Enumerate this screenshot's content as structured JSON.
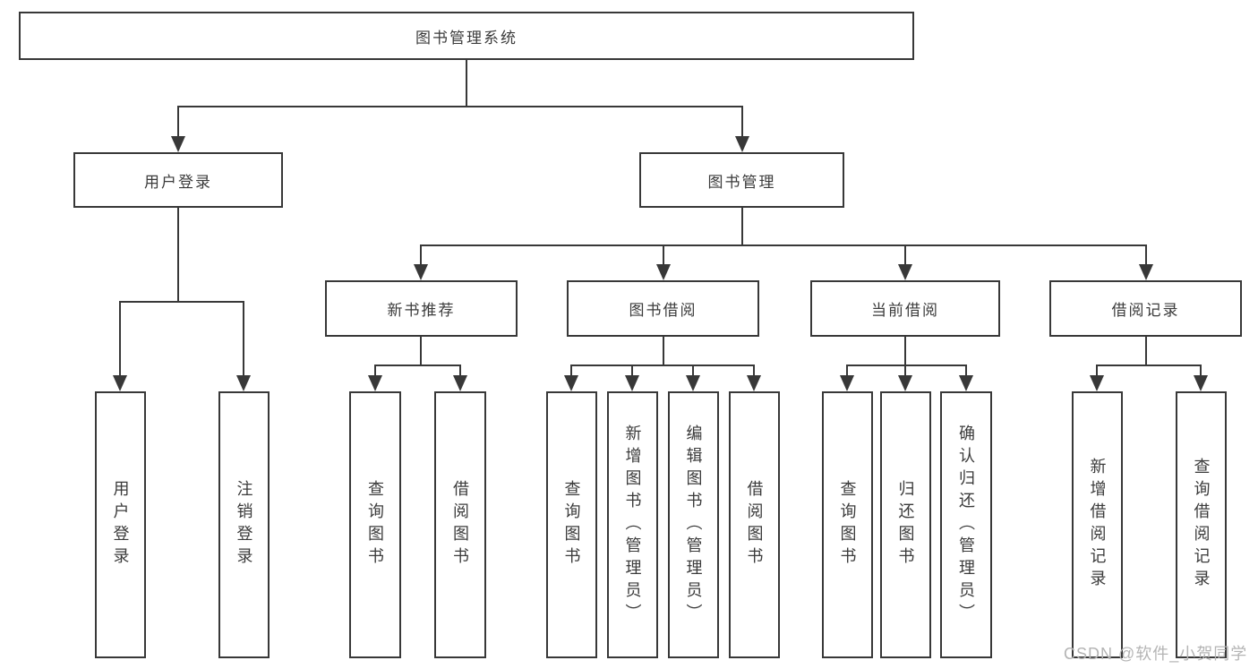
{
  "nodes": {
    "root": "图书管理系统",
    "user_login": "用户登录",
    "book_mgmt": "图书管理",
    "new_book_rec": "新书推荐",
    "book_borrow": "图书借阅",
    "current_borrow": "当前借阅",
    "borrow_records": "借阅记录",
    "leaf_user_login": "用户登录",
    "leaf_logout": "注销登录",
    "nbr_query_books": "查询图书",
    "nbr_borrow_books": "借阅图书",
    "bb_query_books": "查询图书",
    "bb_add_books": "新增图书（管理员）",
    "bb_edit_books": "编辑图书（管理员）",
    "bb_borrow_books": "借阅图书",
    "cb_query_books": "查询图书",
    "cb_return_books": "归还图书",
    "cb_confirm_return": "确认归还（管理员）",
    "br_add_record": "新增借阅记录",
    "br_query_record": "查询借阅记录"
  },
  "watermark": {
    "text": "CSDN @软件_小贺同学"
  },
  "colors": {
    "line": "#383838",
    "text": "#3b3b3b",
    "watermark": "#b4b4b4",
    "background": "#ffffff"
  }
}
